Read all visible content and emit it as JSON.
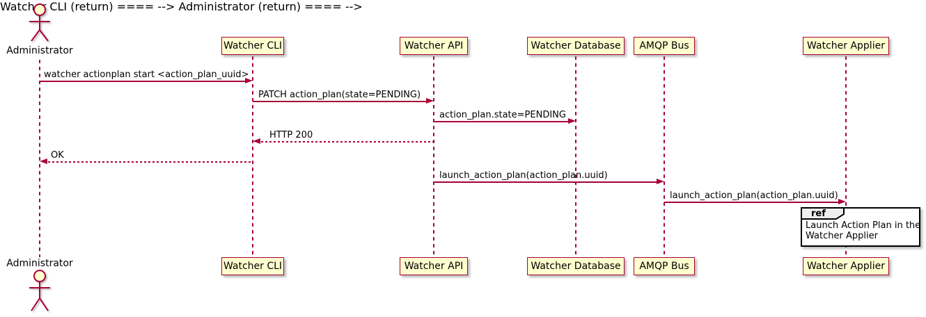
{
  "diagram": {
    "type": "sequence",
    "actor": {
      "name": "Administrator"
    },
    "participants": [
      {
        "name": "Watcher CLI"
      },
      {
        "name": "Watcher API"
      },
      {
        "name": "Watcher Database"
      },
      {
        "name": "AMQP Bus"
      },
      {
        "name": "Watcher Applier"
      }
    ],
    "messages": [
      {
        "text": "watcher actionplan start <action_plan_uuid>",
        "from": "Administrator",
        "to": "Watcher CLI",
        "style": "solid"
      },
      {
        "text": "PATCH action_plan(state=PENDING)",
        "from": "Watcher CLI",
        "to": "Watcher API",
        "style": "solid"
      },
      {
        "text": "action_plan.state=PENDING",
        "from": "Watcher API",
        "to": "Watcher Database",
        "style": "solid"
      },
      {
        "text": "HTTP 200",
        "from": "Watcher API",
        "to": "Watcher CLI",
        "style": "dashed"
      },
      {
        "text": "OK",
        "from": "Watcher CLI",
        "to": "Administrator",
        "style": "dashed"
      },
      {
        "text": "launch_action_plan(action_plan.uuid)",
        "from": "Watcher API",
        "to": "AMQP Bus",
        "style": "solid"
      },
      {
        "text": "launch_action_plan(action_plan.uuid)",
        "from": "AMQP Bus",
        "to": "Watcher Applier",
        "style": "solid"
      }
    ],
    "ref": {
      "keyword": "ref",
      "lines": [
        "Launch Action Plan in the",
        "Watcher Applier"
      ]
    },
    "colors": {
      "line": "#A80036",
      "participant_fill": "#FEFECE",
      "participant_border": "#A80036",
      "ref_header_fill": "#EEEEEE",
      "ref_border": "#000000",
      "text": "#000000",
      "background": "#FFFFFF"
    }
  }
}
